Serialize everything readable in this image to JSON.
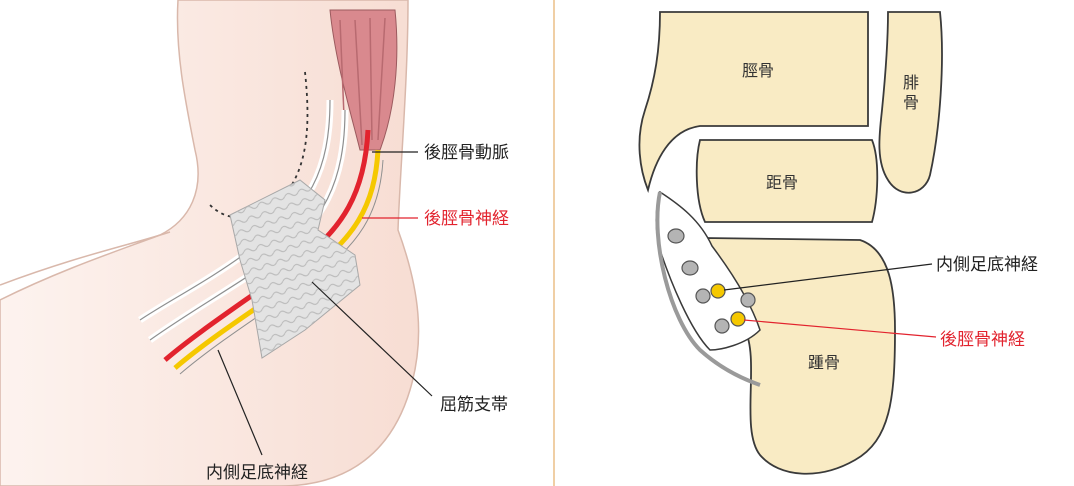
{
  "left_panel": {
    "labels": {
      "posterior_tibial_artery": "後脛骨動脈",
      "tibial_nerve": "後脛骨神経",
      "flexor_retinaculum": "屈筋支帯",
      "medial_plantar_nerve": "内側足底神経"
    }
  },
  "right_panel": {
    "bones": {
      "tibia": "脛骨",
      "fibula": "腓骨",
      "talus": "距骨",
      "calcaneus": "踵骨"
    },
    "labels": {
      "medial_plantar_nerve": "内側足底神経",
      "tibial_nerve": "後脛骨神経"
    }
  },
  "colors": {
    "skin": "#fbe9e3",
    "skin_edge": "#d9b8ab",
    "muscle": "#d9898e",
    "artery": "#e2232e",
    "nerve": "#f5c800",
    "bone": "#f9ebc4",
    "bone_edge": "#3a3a3a",
    "retinaculum": "#d6d6d6",
    "divider": "#f0cfa5",
    "label_red": "#e2232e"
  }
}
